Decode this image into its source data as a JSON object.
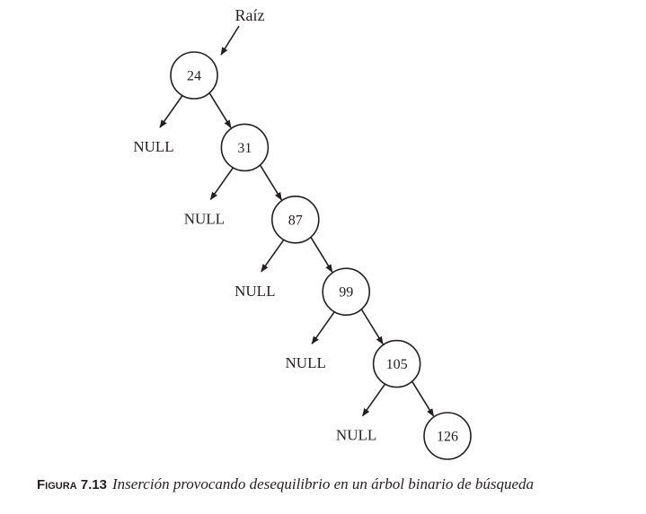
{
  "root_label": "Raíz",
  "null_label": "NULL",
  "nodes": [
    {
      "key": "24",
      "left_child": "NULL"
    },
    {
      "key": "31",
      "left_child": "NULL"
    },
    {
      "key": "87",
      "left_child": "NULL"
    },
    {
      "key": "99",
      "left_child": "NULL"
    },
    {
      "key": "105",
      "left_child": "NULL"
    },
    {
      "key": "126"
    }
  ],
  "caption": {
    "figure_label": "FIGURA 7.13",
    "text": "Inserción provocando desequilibrio en un árbol binario de búsqueda"
  },
  "colors": {
    "ink": "#231f20",
    "background": "#ffffff"
  }
}
